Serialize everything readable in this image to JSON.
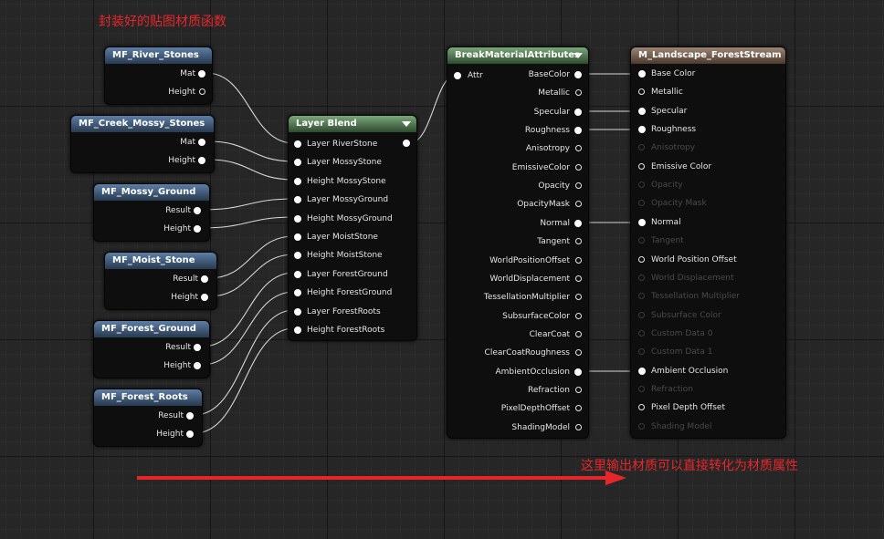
{
  "annotations": {
    "top": "封装好的贴图材质函数",
    "bottom": "这里输出材质可以直接转化为材质属性"
  },
  "colors": {
    "annotation": "#e8262a",
    "arrow": "#e8262a",
    "wire": "#d8d8d8"
  },
  "mf_river_stones": {
    "title": "MF_River_Stones",
    "out1": "Mat",
    "out2": "Height"
  },
  "mf_creek": {
    "title": "MF_Creek_Mossy_Stones",
    "out1": "Mat",
    "out2": "Height"
  },
  "mf_mossy_ground": {
    "title": "MF_Mossy_Ground",
    "out1": "Result",
    "out2": "Height"
  },
  "mf_moist_stone": {
    "title": "MF_Moist_Stone",
    "out1": "Result",
    "out2": "Height"
  },
  "mf_forest_ground": {
    "title": "MF_Forest_Ground",
    "out1": "Result",
    "out2": "Height"
  },
  "mf_forest_roots": {
    "title": "MF_Forest_Roots",
    "out1": "Result",
    "out2": "Height"
  },
  "layer_blend": {
    "title": "Layer Blend",
    "inputs": [
      "Layer RiverStone",
      "Layer MossyStone",
      "Height MossyStone",
      "Layer MossyGround",
      "Height MossyGround",
      "Layer MoistStone",
      "Height MoistStone",
      "Layer ForestGround",
      "Height ForestGround",
      "Layer ForestRoots",
      "Height ForestRoots"
    ]
  },
  "break_attrs": {
    "title": "BreakMaterialAttributes",
    "input": "Attr",
    "outputs": [
      "BaseColor",
      "Metallic",
      "Specular",
      "Roughness",
      "Anisotropy",
      "EmissiveColor",
      "Opacity",
      "OpacityMask",
      "Normal",
      "Tangent",
      "WorldPositionOffset",
      "WorldDisplacement",
      "TessellationMultiplier",
      "SubsurfaceColor",
      "ClearCoat",
      "ClearCoatRoughness",
      "AmbientOcclusion",
      "Refraction",
      "PixelDepthOffset",
      "ShadingModel"
    ]
  },
  "material_result": {
    "title": "M_Landscape_ForestStream",
    "inputs": [
      "Base Color",
      "Metallic",
      "Specular",
      "Roughness",
      "Anisotropy",
      "Emissive Color",
      "Opacity",
      "Opacity Mask",
      "Normal",
      "Tangent",
      "World Position Offset",
      "World Displacement",
      "Tessellation Multiplier",
      "Subsurface Color",
      "Custom Data 0",
      "Custom Data 1",
      "Refraction",
      "Pixel Depth Offset",
      "Shading Model"
    ]
  }
}
